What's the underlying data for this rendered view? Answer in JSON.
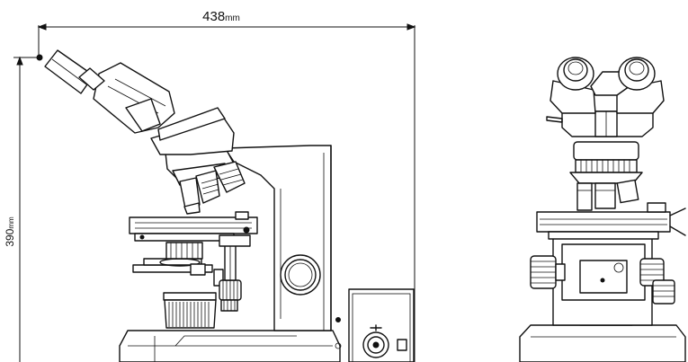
{
  "dimensions": {
    "width": {
      "value": "438",
      "unit": "mm"
    },
    "height": {
      "value": "390",
      "unit": "mm"
    }
  },
  "views": [
    "side-view",
    "front-view"
  ],
  "colors": {
    "ink": "#111111",
    "paper": "#ffffff"
  }
}
